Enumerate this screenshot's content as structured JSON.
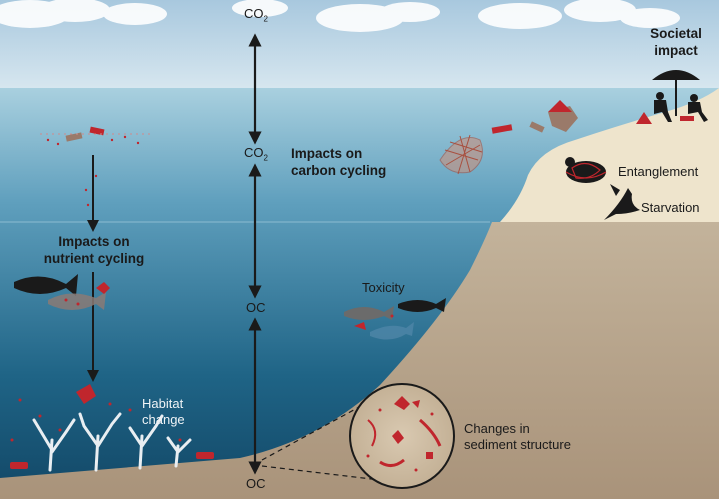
{
  "colors": {
    "sky": "#b9d3e4",
    "water_top": "#a9d0df",
    "water_bottom": "#164f72",
    "sediment": "#b8a58c",
    "sand": "#eee4cc",
    "plastic": "#c0262d",
    "arrow": "#1a1a1a"
  },
  "carbon_axis": {
    "co2_top": {
      "main": "CO",
      "sub": "2"
    },
    "co2_surface": {
      "main": "CO",
      "sub": "2"
    },
    "oc_mid": "OC",
    "oc_bottom": "OC"
  },
  "labels": {
    "societal_impact": [
      "Societal",
      "impact"
    ],
    "carbon_cycling": [
      "Impacts on",
      "carbon cycling"
    ],
    "nutrient_cycling": [
      "Impacts on",
      "nutrient cycling"
    ],
    "entanglement": "Entanglement",
    "starvation": "Starvation",
    "toxicity": "Toxicity",
    "habitat_change": [
      "Habitat",
      "change"
    ],
    "sediment_structure": [
      "Changes in",
      "sediment structure"
    ]
  },
  "icons": [
    "cloud-icon",
    "umbrella-icon",
    "sunbather-icon",
    "fishing-net-icon",
    "sea-turtle-icon",
    "seabird-icon",
    "fish-icon",
    "coral-icon",
    "plastic-debris-icon",
    "magnifier-circle-icon"
  ]
}
